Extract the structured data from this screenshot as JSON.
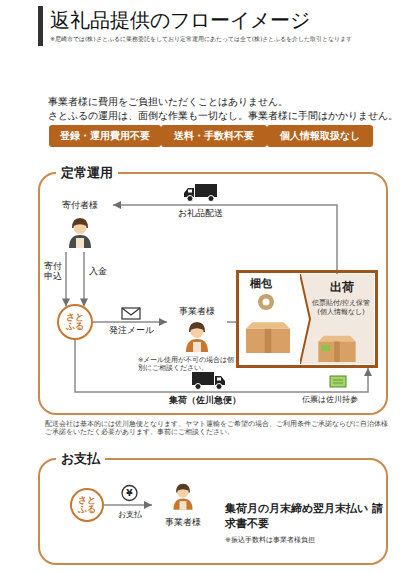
{
  "diagram": {
    "title": "返礼品提供のフローイメージ",
    "nodes": [
      {
        "text": [
          "登録・運用費用不要"
        ]
      },
      {
        "text": [
          "送料・手数料不要"
        ]
      },
      {
        "text": [
          "個人情報取扱なし"
        ]
      },
      {
        "text": [
          "定常運用"
        ]
      },
      {
        "text": [
          "寄付者様"
        ],
        "in": 3
      },
      {
        "text": [
          "さとふる"
        ],
        "in": 3
      },
      {
        "text": [
          "事業者様"
        ],
        "in": 3
      },
      {
        "text": [
          "梱包"
        ],
        "in": 3
      },
      {
        "text": [
          "出荷",
          "伝票貼付/控え保管 (個人情報なし)"
        ],
        "in": 7
      },
      {
        "text": [
          "お支払",
          "集荷月の月末締め翌月末払い 請求書不要",
          "※振込手数料は事業者様負担"
        ]
      },
      {
        "text": [
          "さとふる"
        ],
        "in": 9
      },
      {
        "text": [
          "事業者様"
        ],
        "in": 9
      }
    ],
    "edges": [
      {
        "from": 8,
        "to": 4,
        "arrow": "to",
        "label": "お礼品配送"
      },
      {
        "from": 4,
        "to": 5,
        "arrow": "to",
        "label": "寄付申込"
      },
      {
        "from": 4,
        "to": 5,
        "arrow": "to",
        "label": "入金"
      },
      {
        "from": 5,
        "to": 6,
        "arrow": "to",
        "label": "発注メール"
      },
      {
        "from": 6,
        "to": 7,
        "arrow": "none"
      },
      {
        "from": 5,
        "to": 7,
        "arrow": "to",
        "label": "集荷（佐川急便）"
      },
      {
        "from": 10,
        "to": 11,
        "arrow": "to",
        "label": "お支払"
      }
    ],
    "labels": [
      "※尼崎市では(株)さとふるに業務委託をしており定常運用にあたっては全て(株)さとふるを介した取引となります",
      "事業者様に費用をご負担いただくことはありません。",
      "さとふるの運用は、面倒な作業も一切なし。事業者様に手間はかかりません。",
      "※メール使用が不可の場合は個別にご相談ください。",
      "伝票は佐川持参",
      "配送会社は基本的には佐川急便となります。ヤマト運輸をご希望の場合、ご利用条件ご承諾ならびに自治体様ご承諾をいただく必要があります。事前にご相談ください。",
      "¥"
    ]
  }
}
